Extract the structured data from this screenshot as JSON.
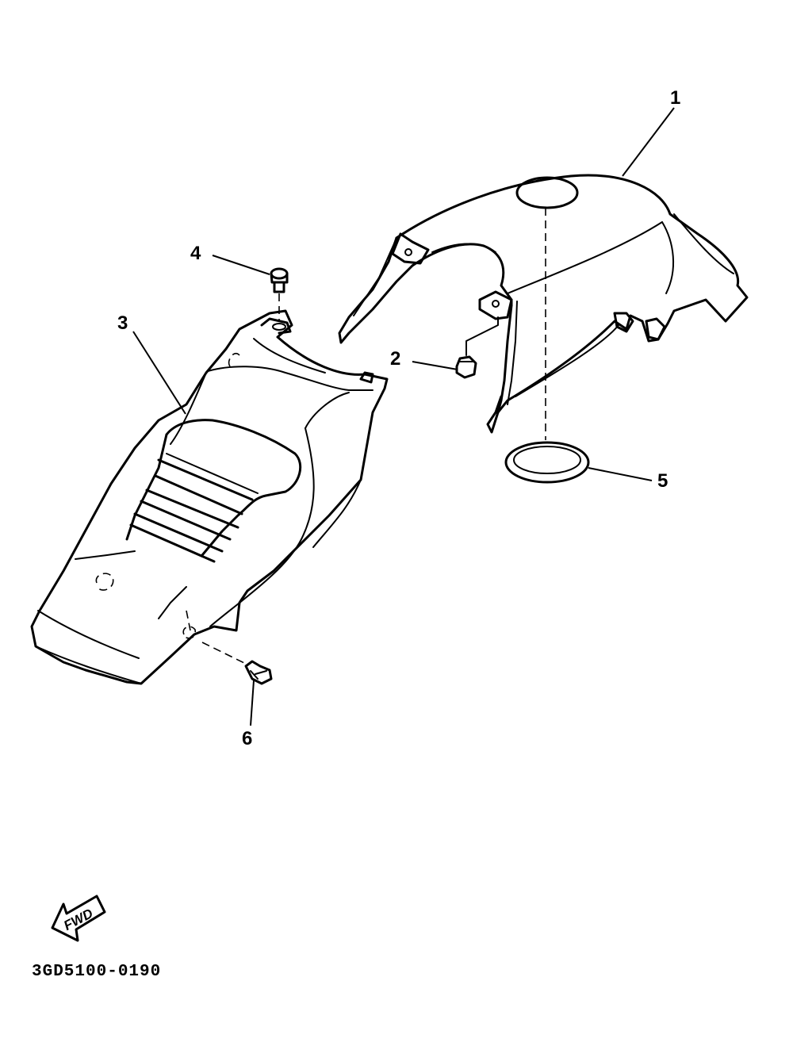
{
  "diagram": {
    "callouts": [
      {
        "id": "1",
        "label": "1"
      },
      {
        "id": "2",
        "label": "2"
      },
      {
        "id": "3",
        "label": "3"
      },
      {
        "id": "4",
        "label": "4"
      },
      {
        "id": "5",
        "label": "5"
      },
      {
        "id": "6",
        "label": "6"
      }
    ],
    "fwd_arrow_label": "FWD",
    "document_code": "3GD5100-0190"
  }
}
